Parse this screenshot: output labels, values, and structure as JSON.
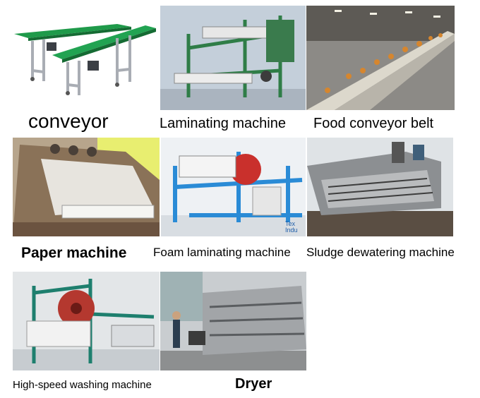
{
  "items": [
    {
      "caption": "conveyor",
      "picture": "green-belt-conveyor-photo"
    },
    {
      "caption": "Laminating machine",
      "picture": "laminating-machine-photo"
    },
    {
      "caption": "Food conveyor belt",
      "picture": "food-conveyor-photo"
    },
    {
      "caption": "Paper machine",
      "picture": "paper-machine-photo"
    },
    {
      "caption": "Foam laminating machine",
      "picture": "foam-laminating-machine-photo"
    },
    {
      "caption": "Sludge dewatering machine",
      "picture": "sludge-dewatering-machine-photo"
    },
    {
      "caption": "High-speed washing machine",
      "picture": "washing-machine-photo"
    },
    {
      "caption": "Dryer",
      "picture": "dryer-photo"
    }
  ],
  "watermark": "Tex\nIndu"
}
